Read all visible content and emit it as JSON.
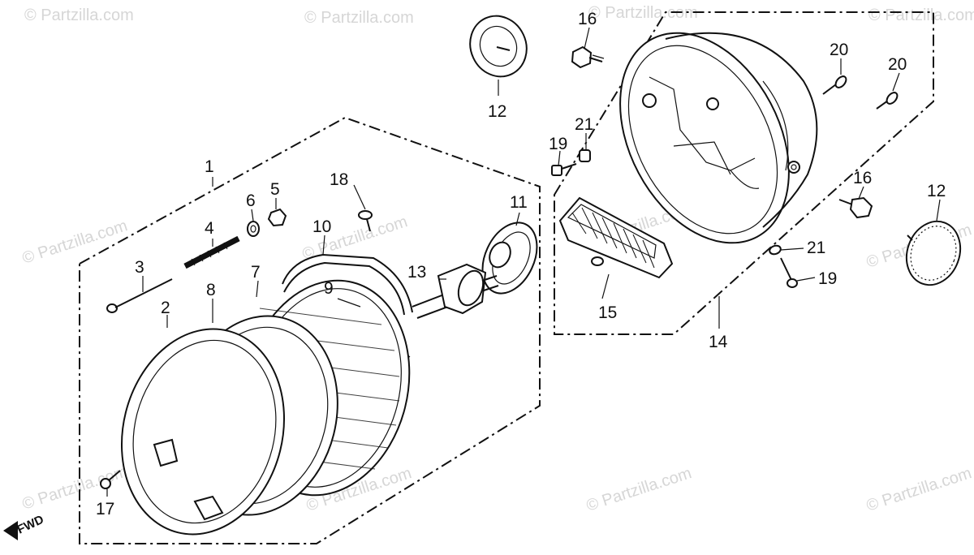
{
  "watermark_text": "© Partzilla.com",
  "direction_marker": "FWD",
  "callouts": {
    "c1": "1",
    "c2": "2",
    "c3": "3",
    "c4": "4",
    "c5": "5",
    "c6": "6",
    "c7": "7",
    "c8": "8",
    "c9": "9",
    "c10": "10",
    "c11": "11",
    "c12a": "12",
    "c12b": "12",
    "c13": "13",
    "c14": "14",
    "c15": "15",
    "c16a": "16",
    "c16b": "16",
    "c17": "17",
    "c18": "18",
    "c19a": "19",
    "c19b": "19",
    "c20a": "20",
    "c20b": "20",
    "c21a": "21",
    "c21b": "21"
  },
  "colors": {
    "ink": "#111111",
    "paper": "#ffffff",
    "watermark": "#d6d6d6"
  }
}
